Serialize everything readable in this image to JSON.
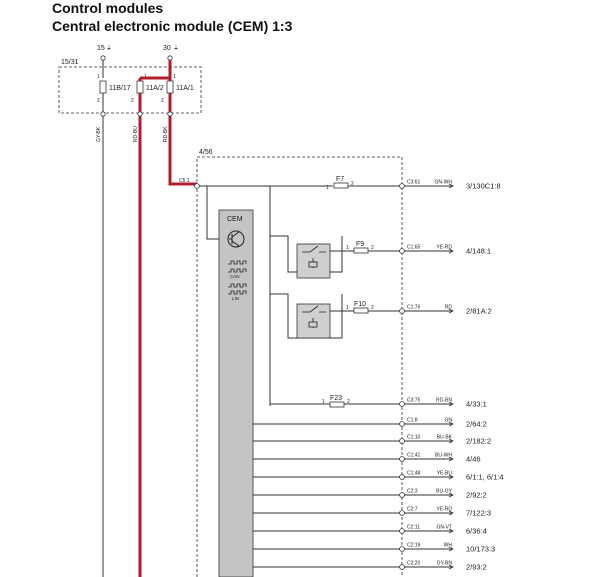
{
  "title": "Control modules",
  "subtitle": "Central electronic module (CEM) 1:3",
  "top": {
    "terminal_15": "15",
    "terminal_30": "30",
    "box_label": "15/31",
    "fuses": [
      {
        "label": "11B/17"
      },
      {
        "label": "11A/2"
      },
      {
        "label": "11A/1"
      }
    ],
    "pin_1": "1",
    "pin_2": "2",
    "wires": [
      "GY-BK",
      "RD-BU",
      "RD-BK"
    ]
  },
  "cem": {
    "box_label": "4/56",
    "input_connector": "C5:1",
    "module_label": "CEM",
    "can_label": "CAN",
    "lin_label": "LIN",
    "fuse_pin_1": "1",
    "fuse_pin_2": "2"
  },
  "fuses": [
    "F7",
    "F9",
    "F10",
    "F23"
  ],
  "outputs": [
    {
      "connector": "C3:61",
      "color": "GN-WH",
      "dest": "3/130C1:8"
    },
    {
      "connector": "C1:65",
      "color": "YE-RD",
      "dest": "4/148:1"
    },
    {
      "connector": "C1:76",
      "color": "RD",
      "dest": "2/81A:2"
    },
    {
      "connector": "C3:75",
      "color": "RD-BN",
      "dest": "4/33:1"
    },
    {
      "connector": "C1:8",
      "color": "GN",
      "dest": "2/64:2"
    },
    {
      "connector": "C1:10",
      "color": "BU-BK",
      "dest": "2/182:2"
    },
    {
      "connector": "C1:41",
      "color": "BU-WH",
      "dest": "4/46"
    },
    {
      "connector": "C1:48",
      "color": "YE-BU",
      "dest": "6/1:1, 6/1:4"
    },
    {
      "connector": "C2:3",
      "color": "BU-GY",
      "dest": "2/92:2"
    },
    {
      "connector": "C2:7",
      "color": "YE-RD",
      "dest": "7/122:3"
    },
    {
      "connector": "C2:11",
      "color": "GN-VT",
      "dest": "6/36:4"
    },
    {
      "connector": "C2:19",
      "color": "WH",
      "dest": "10/173:3"
    },
    {
      "connector": "C2:20",
      "color": "GY-BN",
      "dest": "2/93:2"
    }
  ],
  "colors": {
    "wire": "#333333",
    "power_wire": "#b01e2c",
    "module_fill": "#c4c4c4",
    "relay_fill": "#cfcfcf"
  }
}
